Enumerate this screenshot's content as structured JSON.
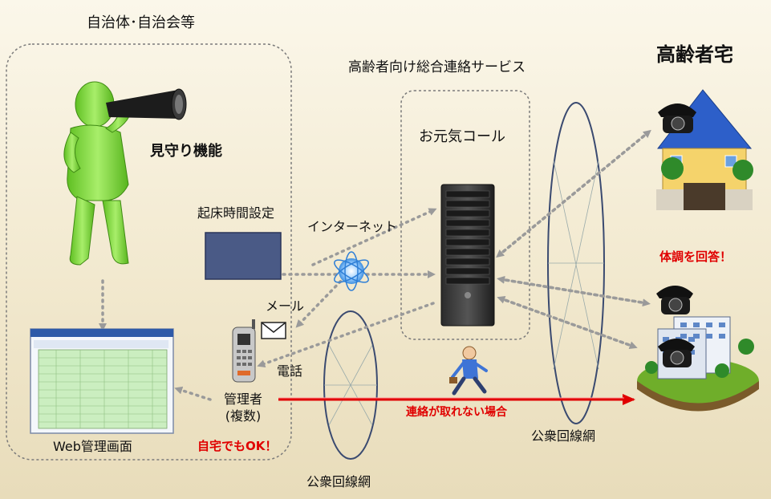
{
  "labels": {
    "local_gov": "自治体･自治会等",
    "service_title": "高齢者向け総合連絡サービス",
    "elderly_home": "高齢者宅",
    "watch_function": "見守り機能",
    "genki_call": "お元気コール",
    "wake_time_setting": "起床時間設定",
    "internet": "インターネット",
    "mail": "メール",
    "phone": "電話",
    "manager_line1": "管理者",
    "manager_line2": "(複数)",
    "web_admin": "Web管理画面",
    "ok_from_home": "自宅でもOK！",
    "answer_health": "体調を回答！",
    "unreachable": "連絡が取れない場合",
    "public_network_left": "公衆回線網",
    "public_network_right": "公衆回線網"
  },
  "colors": {
    "alert_red": "#e00000",
    "figure_green": "#86dd3e",
    "dotted_gray": "#9a9a9a",
    "panel_navy": "#4a5a86",
    "roof_blue": "#2d5fc9",
    "house_yellow": "#f5d36b"
  }
}
